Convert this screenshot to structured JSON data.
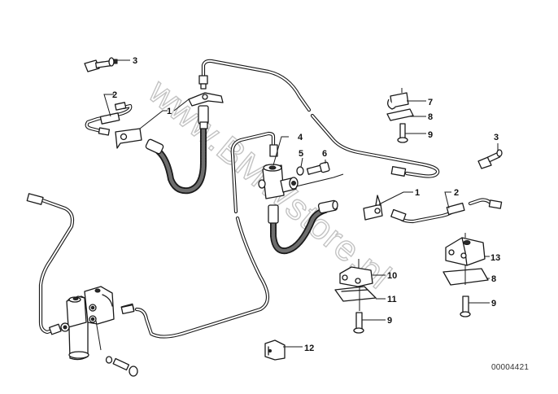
{
  "diagram": {
    "type": "exploded-parts-diagram",
    "watermark": "www.BMWstore.pl",
    "diagram_id": "00004421",
    "callouts": {
      "c1a": "1",
      "c1b": "1",
      "c2a": "2",
      "c2b": "2",
      "c3a": "3",
      "c3b": "3",
      "c4": "4",
      "c5": "5",
      "c6": "6",
      "c7": "7",
      "c8a": "8",
      "c8b": "8",
      "c9a": "9",
      "c9b": "9",
      "c9c": "9",
      "c10": "10",
      "c11": "11",
      "c12": "12",
      "c13": "13"
    }
  }
}
